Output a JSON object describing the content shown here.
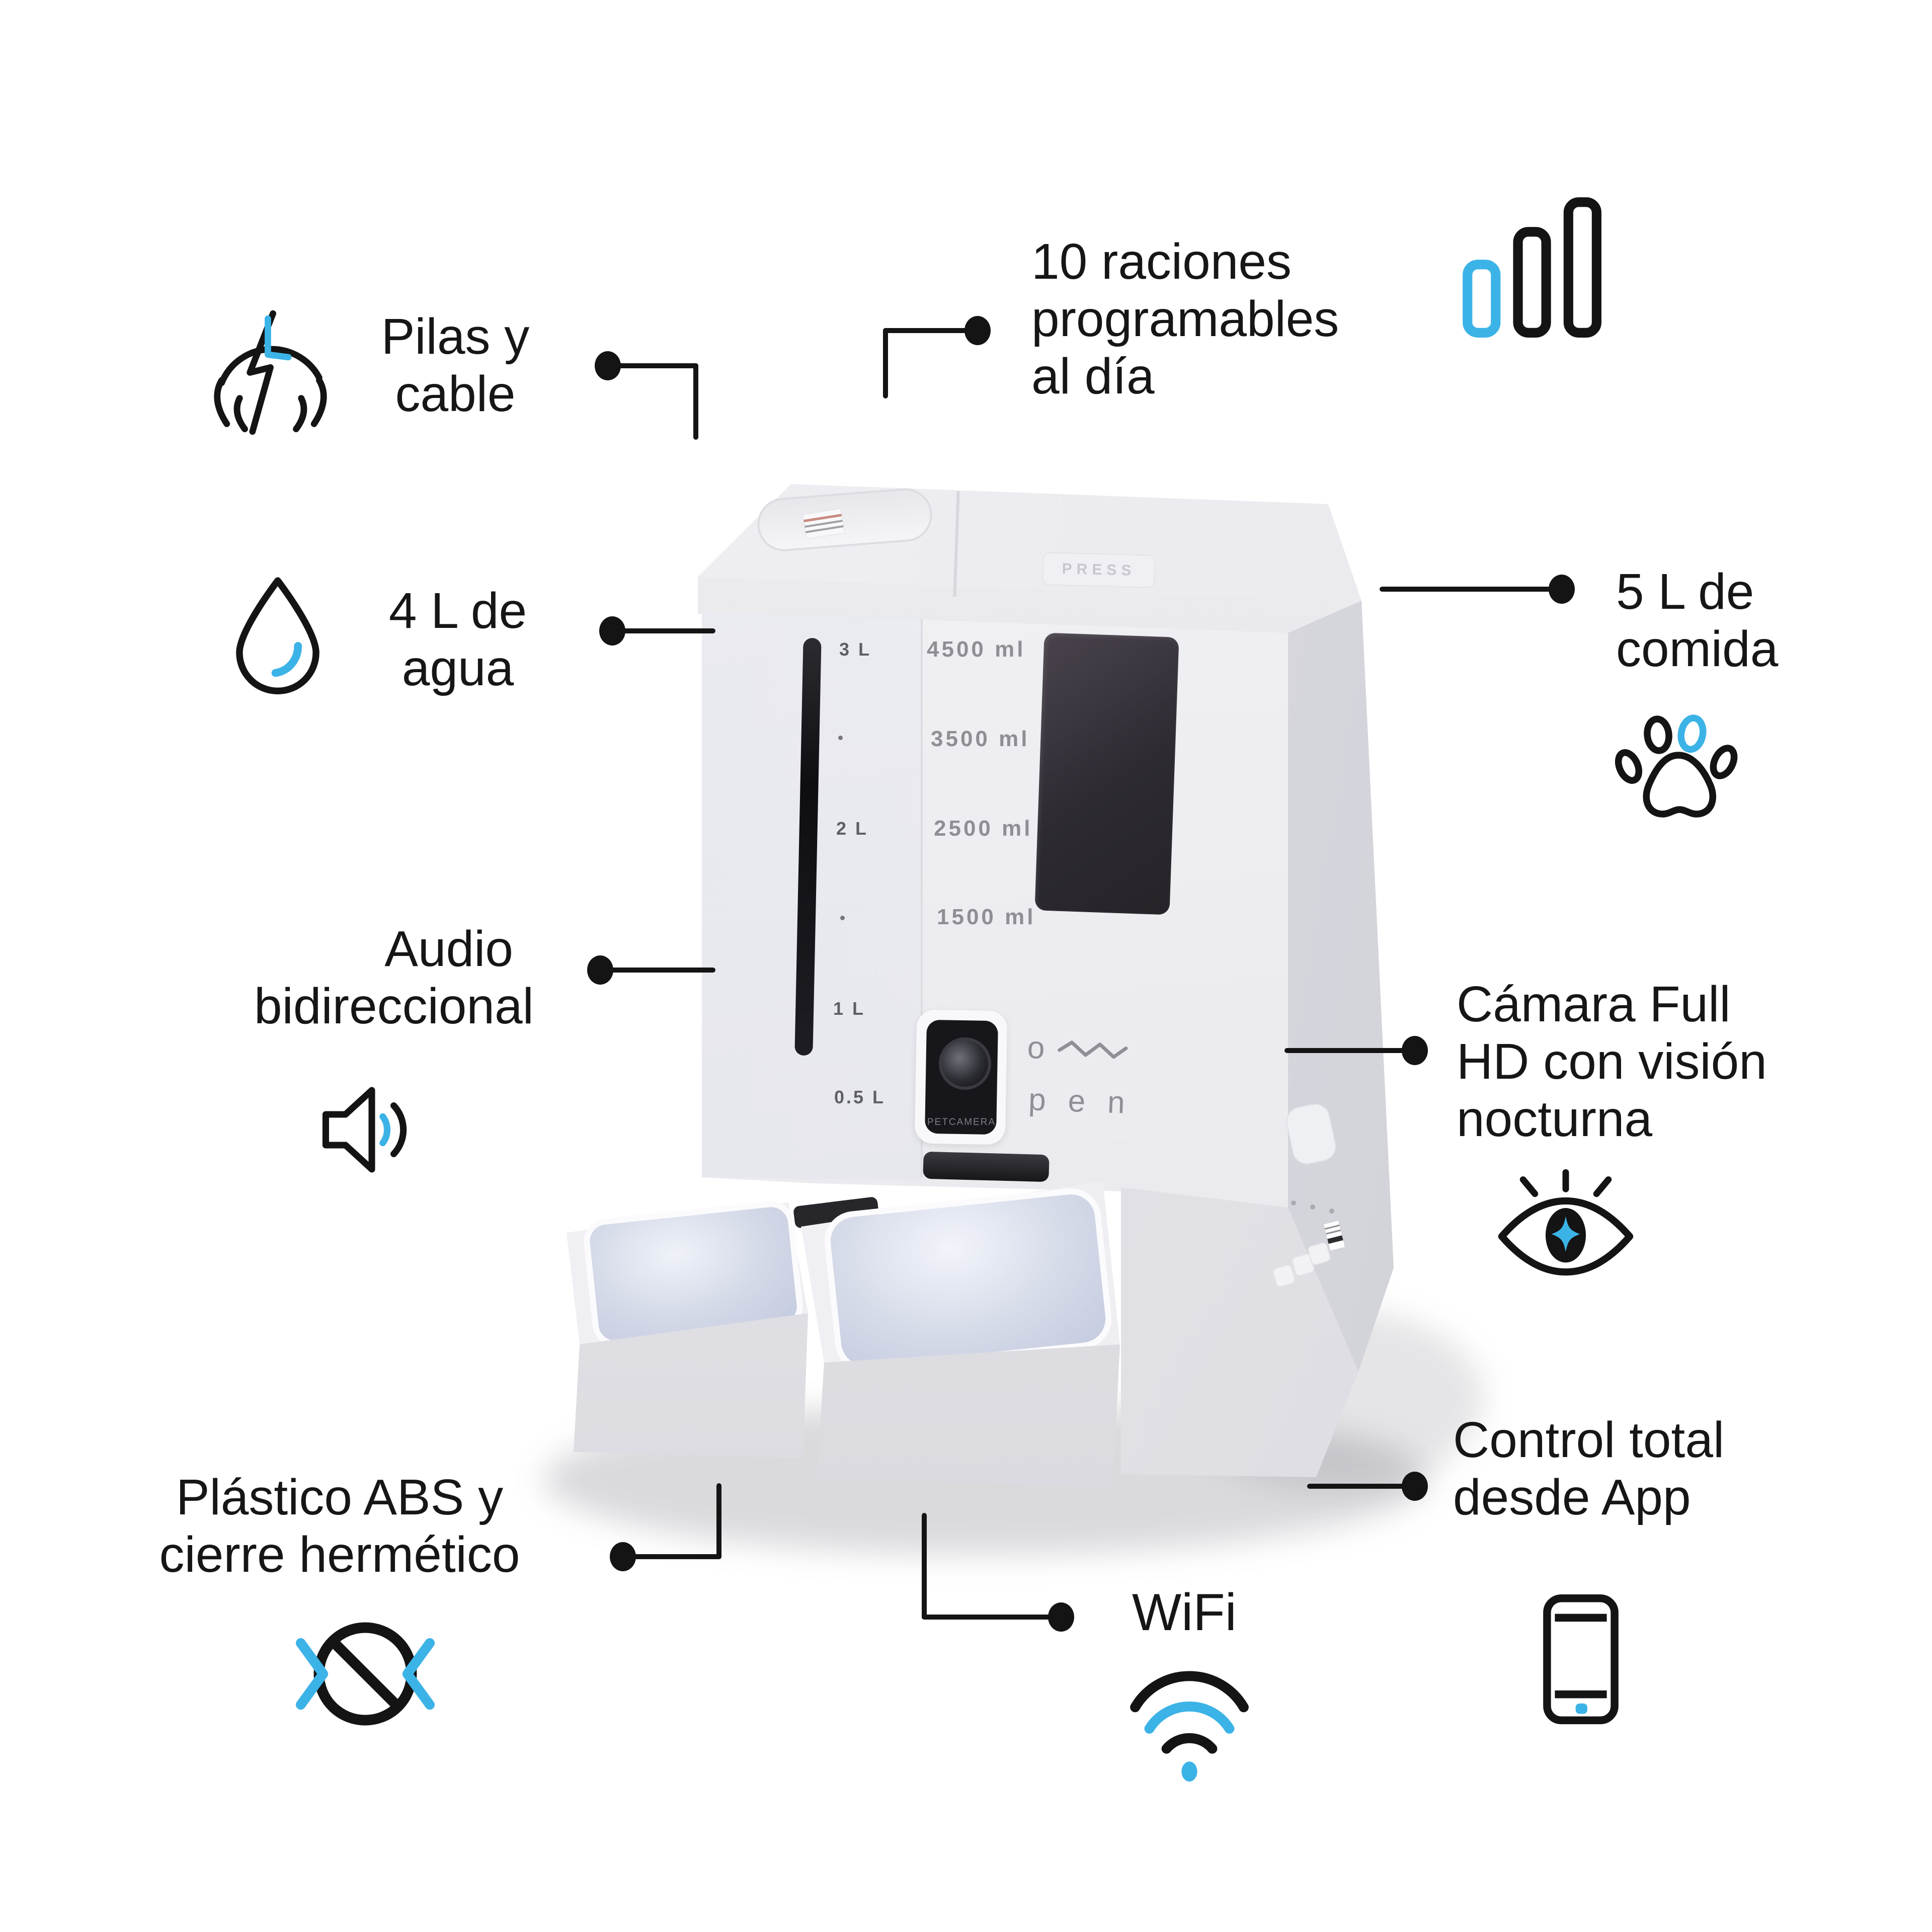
{
  "meta": {
    "background": "#ffffff",
    "accent_blue": "#3cb3e7",
    "ink": "#141414",
    "product_label_gray": "#8e8e94"
  },
  "callouts": {
    "battery": {
      "icon": "power-surge-icon",
      "lines": [
        "Pilas y",
        "cable"
      ]
    },
    "portions": {
      "icon": "portion-bars-icon",
      "lines": [
        "10 raciones",
        "programables",
        "al día"
      ]
    },
    "water": {
      "icon": "water-drop-icon",
      "lines": [
        "4 L de",
        "agua"
      ]
    },
    "food": {
      "icon": "paw-icon",
      "lines": [
        "5 L de",
        "comida"
      ]
    },
    "audio": {
      "icon": "speaker-icon",
      "lines": [
        "Audio",
        "bidireccional"
      ]
    },
    "camera": {
      "icon": "night-vision-eye-icon",
      "lines": [
        "Cámara Full",
        "HD con visión",
        "nocturna"
      ]
    },
    "material": {
      "icon": "anti-shake-icon",
      "lines": [
        "Plástico ABS y",
        "cierre hermético"
      ]
    },
    "wifi": {
      "icon": "wifi-icon",
      "lines": [
        "WiFi"
      ]
    },
    "app": {
      "icon": "smartphone-icon",
      "lines": [
        "Control total",
        "desde App"
      ]
    }
  },
  "product": {
    "water_scale_marks": [
      "3 L",
      "2 L",
      "1 L",
      "0.5 L"
    ],
    "volume_marks": [
      "4500 ml",
      "3500 ml",
      "2500 ml",
      "1500 ml"
    ],
    "camera_label": "PETCAMERA",
    "lid_button_label": "PRESS",
    "brand": {
      "o": "o",
      "pen": "pen"
    }
  }
}
